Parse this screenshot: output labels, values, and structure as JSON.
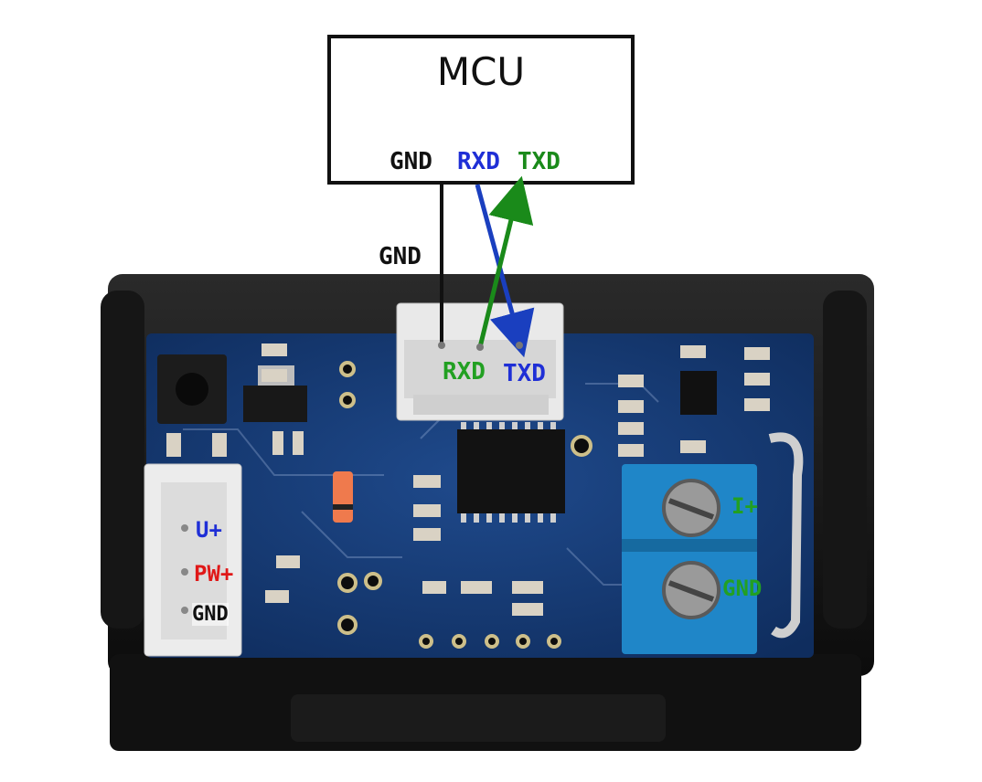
{
  "mcu": {
    "title": "MCU",
    "pins": {
      "gnd": "GND",
      "rxd": "RXD",
      "txd": "TXD"
    }
  },
  "wires": {
    "gnd_label": "GND",
    "colors": {
      "gnd": "#111111",
      "to_mcu": "#1a8a1a",
      "from_mcu": "#1a3fbf"
    }
  },
  "board": {
    "header_labels": {
      "rxd": "RXD",
      "txd": "TXD"
    },
    "power_connector": {
      "u_plus": "U+",
      "pw_plus": "PW+",
      "gnd": "GND"
    },
    "terminal_block": {
      "i_plus": "I+",
      "gnd": "GND"
    },
    "label_colors": {
      "blue": "#1f2fd6",
      "red": "#e01818",
      "black": "#111111",
      "green": "#22a022"
    }
  }
}
